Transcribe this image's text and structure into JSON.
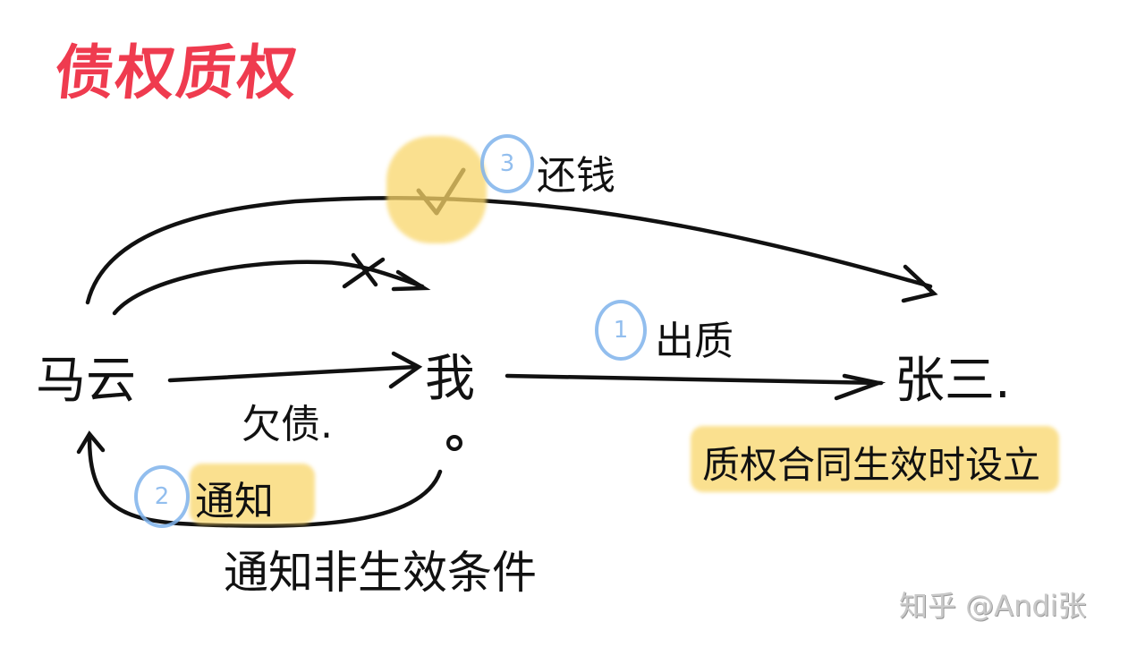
{
  "title": "债权质权",
  "nodes": {
    "mayun": "马云",
    "me": "我",
    "zhangsan": "张三."
  },
  "edges": [
    {
      "from": "马云",
      "to": "我",
      "label": "欠债.",
      "status": "direct"
    },
    {
      "from": "我",
      "to": "张三",
      "label": "出质",
      "step": "1"
    },
    {
      "from": "我",
      "to": "马云",
      "label": "通知",
      "step": "2",
      "highlighted": true
    },
    {
      "from": "马云",
      "to": "张三",
      "label": "还钱",
      "step": "3",
      "mark": "✓"
    },
    {
      "from": "马云",
      "to": "我",
      "label": "",
      "mark": "✗"
    }
  ],
  "labels": {
    "debt": "欠债.",
    "pledge": "出质",
    "notify": "通知",
    "repay": "还钱",
    "check_mark": "✓",
    "cross_mark": "✗",
    "me_dot": "o"
  },
  "steps": {
    "one": "1",
    "two": "2",
    "three": "3"
  },
  "notes": {
    "pledge_contract": "质权合同生效时设立",
    "notify_condition": "通知非生效条件"
  },
  "watermark": "知乎 @Andi张",
  "colors": {
    "title": "#ef3b4f",
    "highlight": "#f9d66a",
    "step_circle": "#7fb3ec",
    "ink": "#111111"
  }
}
